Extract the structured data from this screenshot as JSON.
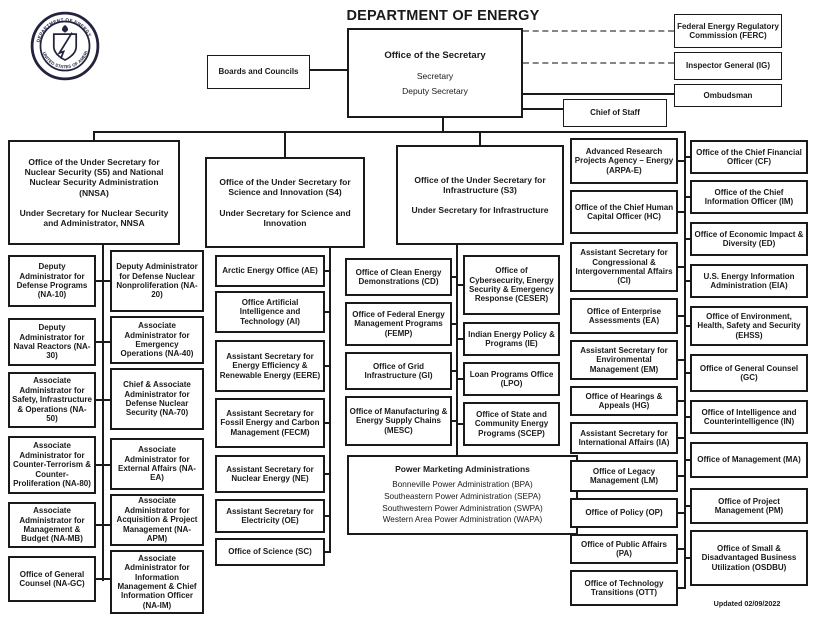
{
  "header": {
    "title": "DEPARTMENT OF ENERGY",
    "updated": "Updated 02/09/2022"
  },
  "seal": {
    "top_text": "DEPARTMENT OF ENERGY",
    "bottom_text": "UNITED STATES OF AMERICA"
  },
  "colors": {
    "ink": "#1a1a1a",
    "seal_navy": "#23233f",
    "dashed_connector": "#858585",
    "background": "#ffffff"
  },
  "secretary": {
    "title": "Office of the Secretary",
    "line1": "Secretary",
    "line2": "Deputy Secretary"
  },
  "boards": {
    "label": "Boards and Councils"
  },
  "independent": {
    "ferc": "Federal Energy Regulatory Commission (FERC)",
    "ig": "Inspector General (IG)",
    "ombudsman": "Ombudsman",
    "chief_of_staff": "Chief of Staff"
  },
  "under_secretaries": {
    "s5": {
      "title": "Office of the Under Secretary for Nuclear Security (S5) and National Nuclear Security Administration (NNSA)",
      "subtitle": "Under Secretary for Nuclear Security and Administrator, NNSA"
    },
    "s4": {
      "title": "Office of the Under Secretary for Science and Innovation (S4)",
      "subtitle": "Under Secretary for Science and Innovation"
    },
    "s3": {
      "title": "Office of the Under Secretary for Infrastructure (S3)",
      "subtitle": "Under Secretary for Infrastructure"
    }
  },
  "nnsa": {
    "left": [
      "Deputy Administrator for Defense Programs (NA-10)",
      "Deputy Administrator for Naval Reactors (NA-30)",
      "Associate Administrator for Safety, Infrastructure & Operations (NA-50)",
      "Associate Administrator for Counter-Terrorism & Counter-Proliferation (NA-80)",
      "Associate Administrator for Management & Budget (NA-MB)",
      "Office of General Counsel (NA-GC)"
    ],
    "right": [
      "Deputy Administrator for Defense Nuclear Nonproliferation (NA-20)",
      "Associate Administrator for Emergency Operations (NA-40)",
      "Chief & Associate Administrator for Defense Nuclear Security (NA-70)",
      "Associate Administrator for External Affairs (NA-EA)",
      "Associate Administrator for Acquisition & Project Management (NA-APM)",
      "Associate Administrator for Information Management & Chief Information Officer (NA-IM)"
    ]
  },
  "science": {
    "offices": [
      "Arctic Energy Office (AE)",
      "Office Artificial Intelligence and Technology (AI)",
      "Assistant Secretary for Energy Efficiency & Renewable Energy (EERE)",
      "Assistant Secretary for Fossil Energy and Carbon Management (FECM)",
      "Assistant Secretary for Nuclear Energy (NE)",
      "Assistant Secretary for Electricity (OE)",
      "Office of Science (SC)"
    ]
  },
  "infrastructure": {
    "left": [
      "Office of Clean Energy Demonstrations (CD)",
      "Office of Federal Energy Management Programs (FEMP)",
      "Office of Grid Infrastructure (GI)",
      "Office of Manufacturing & Energy Supply Chains (MESC)"
    ],
    "right": [
      "Office of Cybersecurity, Energy Security & Emergency Response (CESER)",
      "Indian Energy Policy & Programs (IE)",
      "Loan Programs Office (LPO)",
      "Office of State and Community Energy Programs (SCEP)"
    ]
  },
  "pma": {
    "title": "Power Marketing Administrations",
    "lines": [
      "Bonneville Power Administration (BPA)",
      "Southeastern Power Administration (SEPA)",
      "Southwestern Power Administration (SWPA)",
      "Western Area Power Administration (WAPA)"
    ]
  },
  "staff_inner": [
    "Advanced Research Projects Agency – Energy (ARPA-E)",
    "Office of the Chief Human Capital Officer (HC)",
    "Assistant Secretary for Congressional & Intergovernmental Affairs (CI)",
    "Office of Enterprise Assessments (EA)",
    "Assistant Secretary for Environmental Management (EM)",
    "Office of Hearings & Appeals (HG)",
    "Assistant Secretary for International Affairs (IA)",
    "Office of Legacy Management (LM)",
    "Office of Policy (OP)",
    "Office of Public Affairs (PA)",
    "Office of Technology Transitions (OTT)"
  ],
  "staff_outer": [
    "Office of the Chief Financial Officer (CF)",
    "Office of the Chief Information Officer (IM)",
    "Office of Economic Impact & Diversity (ED)",
    "U.S. Energy Information Administration (EIA)",
    "Office of Environment, Health, Safety and Security (EHSS)",
    "Office of General Counsel (GC)",
    "Office of Intelligence and Counterintelligence (IN)",
    "Office of Management (MA)",
    "Office of Project Management (PM)",
    "Office of Small & Disadvantaged Business Utilization (OSDBU)"
  ]
}
